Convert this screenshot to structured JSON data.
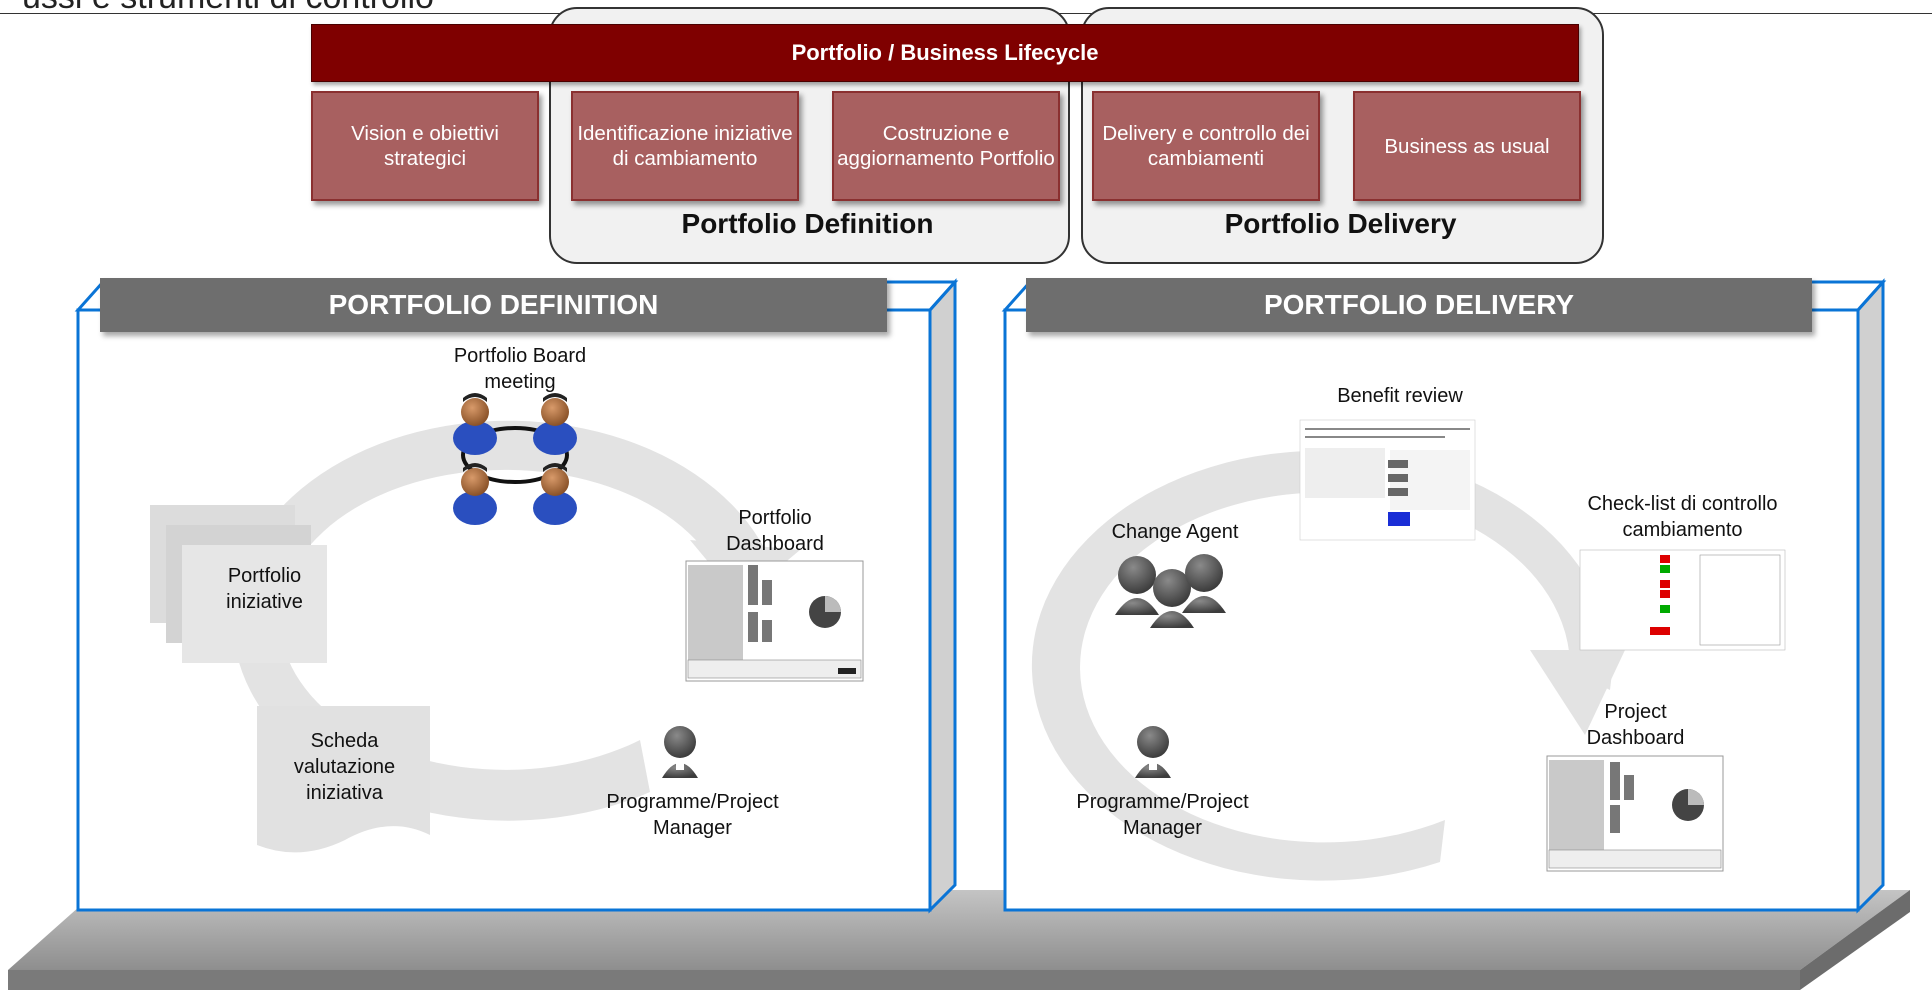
{
  "header": {
    "title_fragment": "ussi e strumenti di controllo"
  },
  "lifecycle": {
    "bar_label": "Portfolio / Business Lifecycle",
    "phases": [
      "Vision e obiettivi strategici",
      "Identificazione iniziative di cambiamento",
      "Costruzione e aggiornamento Portfolio",
      "Delivery e controllo dei cambiamenti",
      "Business as usual"
    ],
    "groups": [
      "Portfolio Definition",
      "Portfolio Delivery"
    ]
  },
  "definition_panel": {
    "header": "PORTFOLIO DEFINITION",
    "board_meeting_label": "Portfolio Board meeting",
    "dashboard_label": "Portfolio Dashboard",
    "iniziative_label": "Portfolio iniziative",
    "scheda_label": "Scheda valutazione iniziativa",
    "manager_label": "Programme/Project Manager"
  },
  "delivery_panel": {
    "header": "PORTFOLIO DELIVERY",
    "benefit_label": "Benefit review",
    "change_agent_label": "Change Agent",
    "checklist_label": "Check-list di controllo cambiamento",
    "project_dashboard_label": "Project Dashboard",
    "manager_label": "Programme/Project Manager"
  },
  "colors": {
    "lifecycle_bar": "#7f0000",
    "phase_box": "#a86060",
    "panel_header": "#6e6e6e",
    "panel_border": "#0a74d6",
    "platform": "#a8a8a8"
  }
}
